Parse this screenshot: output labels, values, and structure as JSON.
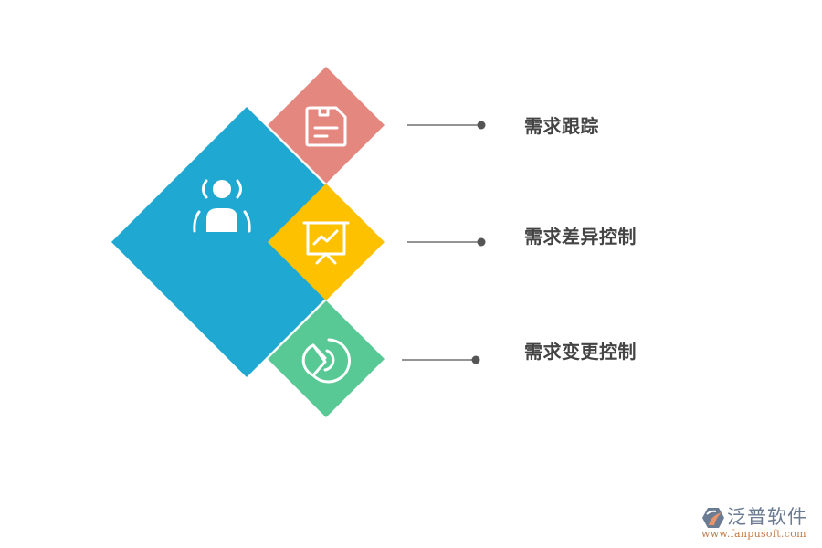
{
  "diagram": {
    "central_node": {
      "icon": "person-broadcast-icon",
      "color": "#1fa9d2"
    },
    "items": [
      {
        "label": "需求跟踪",
        "icon": "floppy-disk-icon",
        "color": "#e4877f"
      },
      {
        "label": "需求差异控制",
        "icon": "presentation-chart-icon",
        "color": "#fdc100"
      },
      {
        "label": "需求变更控制",
        "icon": "pie-chart-icon",
        "color": "#58c994"
      }
    ],
    "connector_color": "#555555"
  },
  "logo": {
    "name": "泛普软件",
    "url": "www.fanpusoft.com",
    "icon": "fanpu-logo-icon",
    "name_color": "#6b7b92",
    "url_color": "#c27a45"
  }
}
